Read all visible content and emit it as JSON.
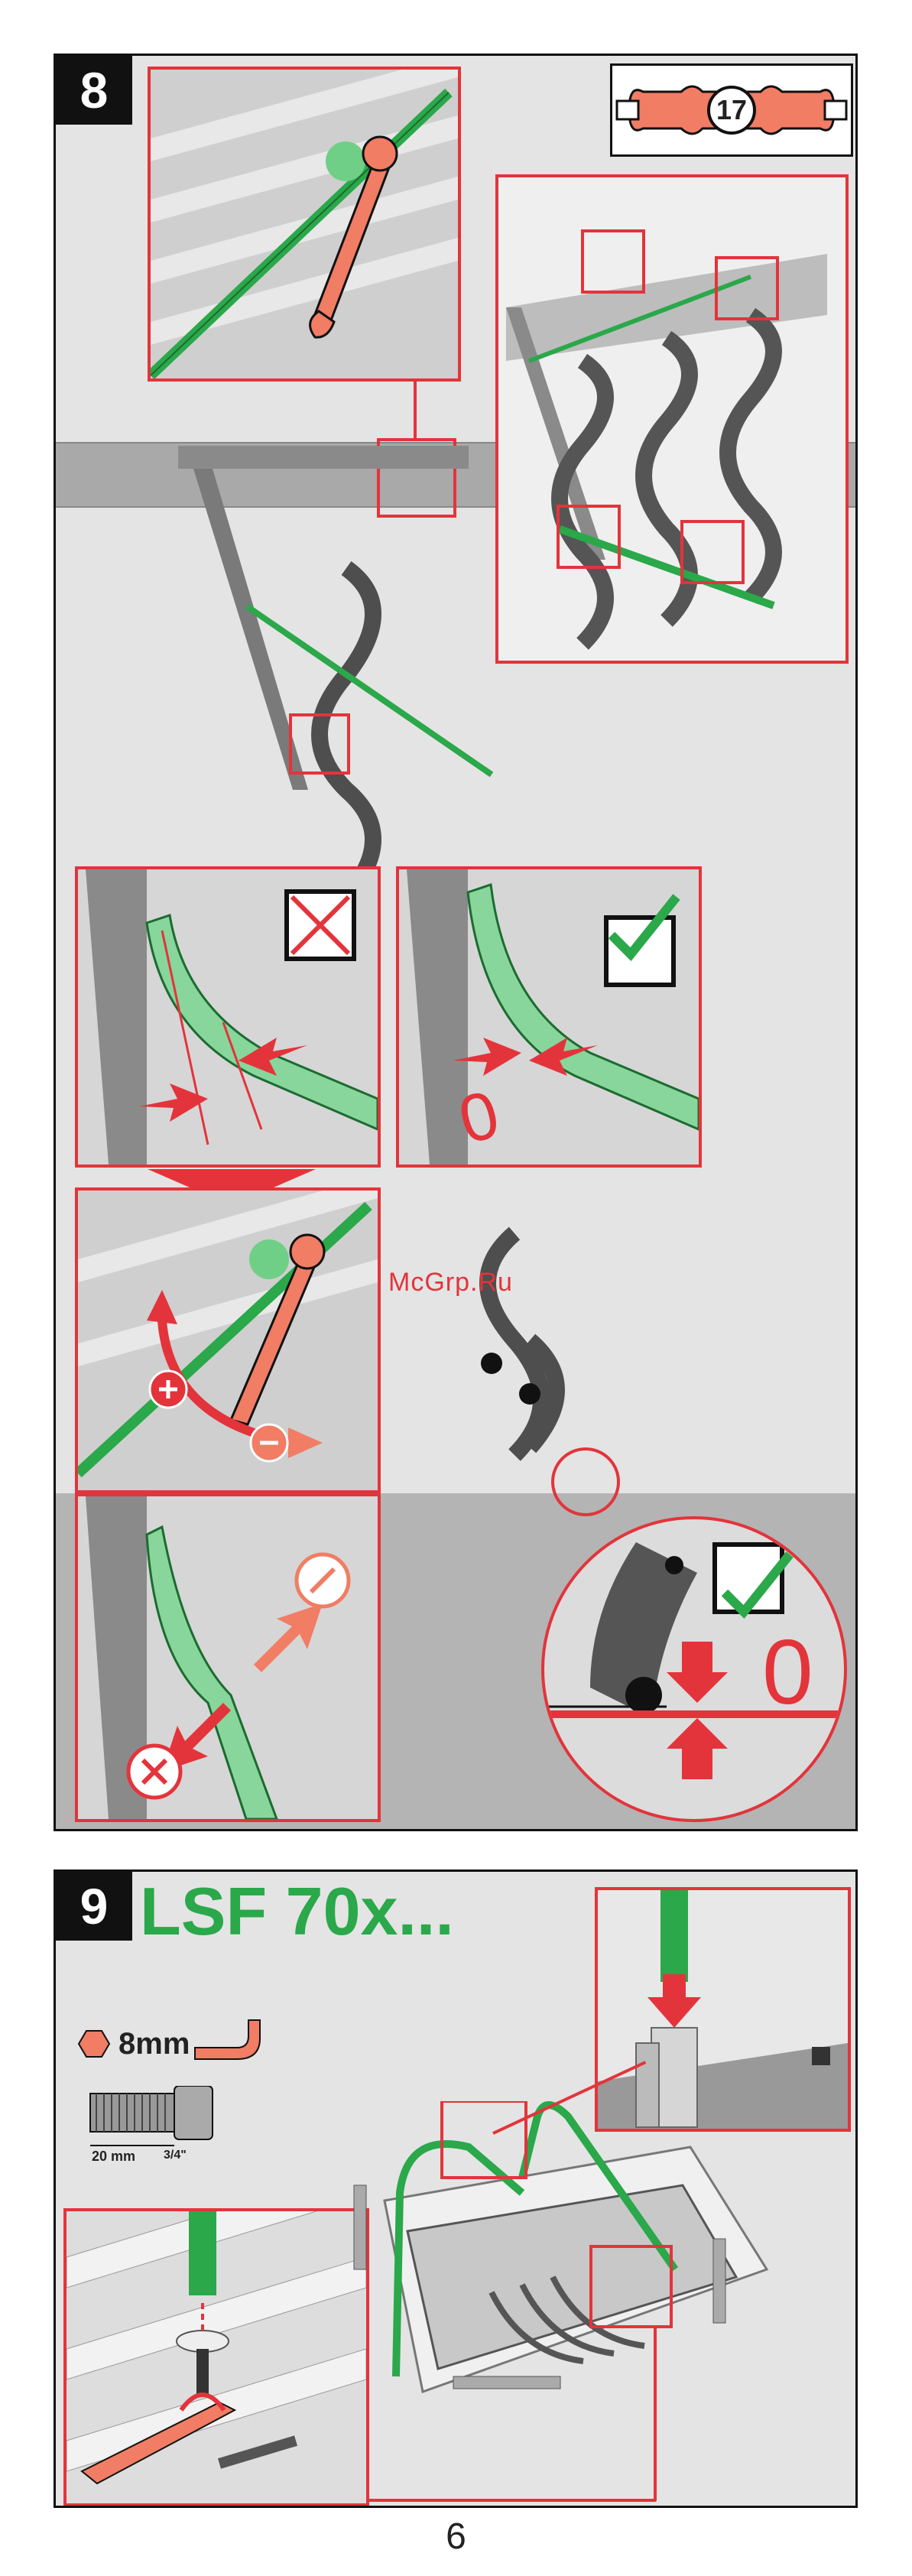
{
  "step8": {
    "number": "8",
    "wrench_size": "17",
    "zero_mark": "0",
    "zero_mark_big": "0"
  },
  "watermark": "McGrp.Ru",
  "step9": {
    "number": "9",
    "title": "LSF 70x...",
    "hex_key_size": "8mm",
    "bolt_length": "20 mm",
    "bolt_thread": "3/4\""
  },
  "page_number": "6",
  "colors": {
    "red": "#e3343b",
    "green": "#2aa84a",
    "salmon": "#f07d64",
    "dark": "#111111",
    "panel_bg": "#e4e4e4"
  }
}
